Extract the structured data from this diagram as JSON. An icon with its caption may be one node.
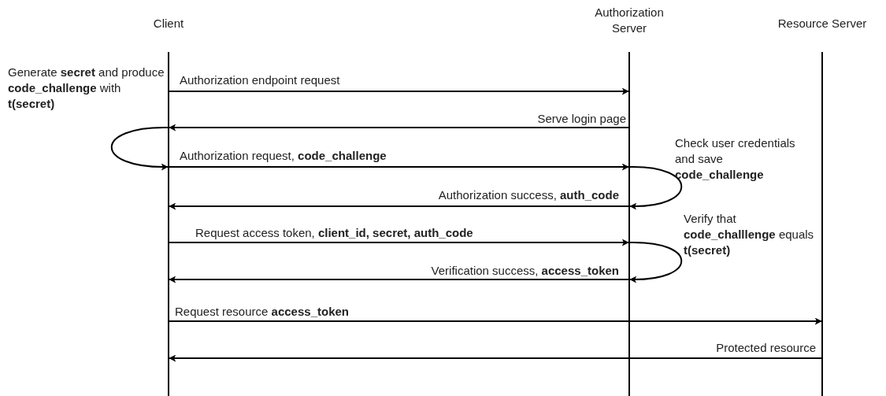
{
  "diagram": {
    "nodes": [
      {
        "text": [
          "Client"
        ]
      },
      {
        "text": [
          "Authorization Server"
        ]
      },
      {
        "text": [
          "Resource Server"
        ]
      }
    ],
    "edges": [
      {
        "from": 0,
        "to": 1,
        "arrow": "to",
        "label": "Authorization endpoint request"
      },
      {
        "from": 1,
        "to": 0,
        "arrow": "to",
        "label": "Serve login page"
      },
      {
        "from": 0,
        "to": 0,
        "arrow": "to"
      },
      {
        "from": 0,
        "to": 1,
        "arrow": "to",
        "label": "Authorization request, **code_challenge**"
      },
      {
        "from": 1,
        "to": 1,
        "arrow": "to"
      },
      {
        "from": 1,
        "to": 0,
        "arrow": "to",
        "label": "Authorization success, **auth_code**"
      },
      {
        "from": 0,
        "to": 1,
        "arrow": "to",
        "label": "Request access token, **client_id, secret, auth_code**"
      },
      {
        "from": 1,
        "to": 1,
        "arrow": "to"
      },
      {
        "from": 1,
        "to": 0,
        "arrow": "to",
        "label": "Verification success, **access_token**"
      },
      {
        "from": 0,
        "to": 2,
        "arrow": "to",
        "label": "Request resource **access_token**"
      },
      {
        "from": 2,
        "to": 0,
        "arrow": "to",
        "label": "Protected resource"
      }
    ],
    "labels": [
      "Generate **secret** and produce **code_challenge** with **t(secret)**",
      "Check user credentials and save **code_challenge**",
      "Verify that **code_challlenge** equals **t(secret)**"
    ]
  }
}
